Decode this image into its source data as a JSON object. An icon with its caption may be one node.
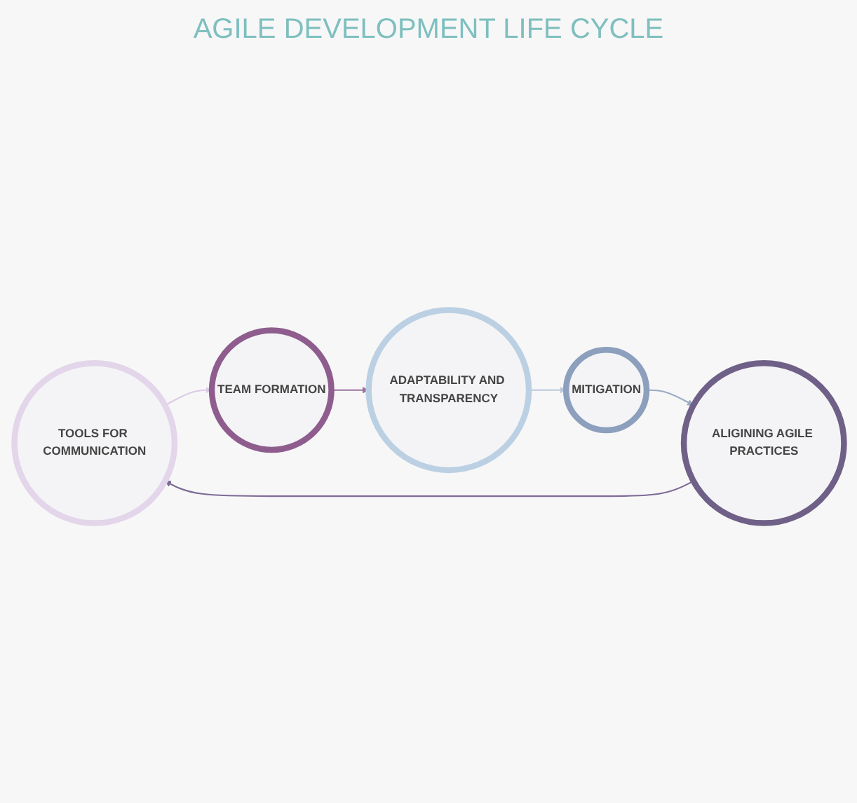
{
  "diagram": {
    "title": "AGILE DEVELOPMENT LIFE CYCLE",
    "nodes": [
      {
        "text": [
          "TOOLS FOR COMMUNICATION"
        ]
      },
      {
        "text": [
          "TEAM FORMATION"
        ]
      },
      {
        "text": [
          "ADAPTABILITY AND TRANSPARENCY"
        ]
      },
      {
        "text": [
          "MITIGATION"
        ]
      },
      {
        "text": [
          "ALIGINING AGILE PRACTICES"
        ]
      }
    ],
    "edges": [
      {
        "from": 0,
        "to": 1,
        "arrow": "to",
        "color": "#dccbe6"
      },
      {
        "from": 1,
        "to": 2,
        "arrow": "to",
        "color": "#9b6f9e"
      },
      {
        "from": 2,
        "to": 3,
        "arrow": "to",
        "color": "#b9c8dc"
      },
      {
        "from": 3,
        "to": 4,
        "arrow": "to",
        "color": "#9aaac4"
      },
      {
        "from": 4,
        "to": 0,
        "arrow": "to",
        "color": "#7b6a96"
      }
    ]
  }
}
